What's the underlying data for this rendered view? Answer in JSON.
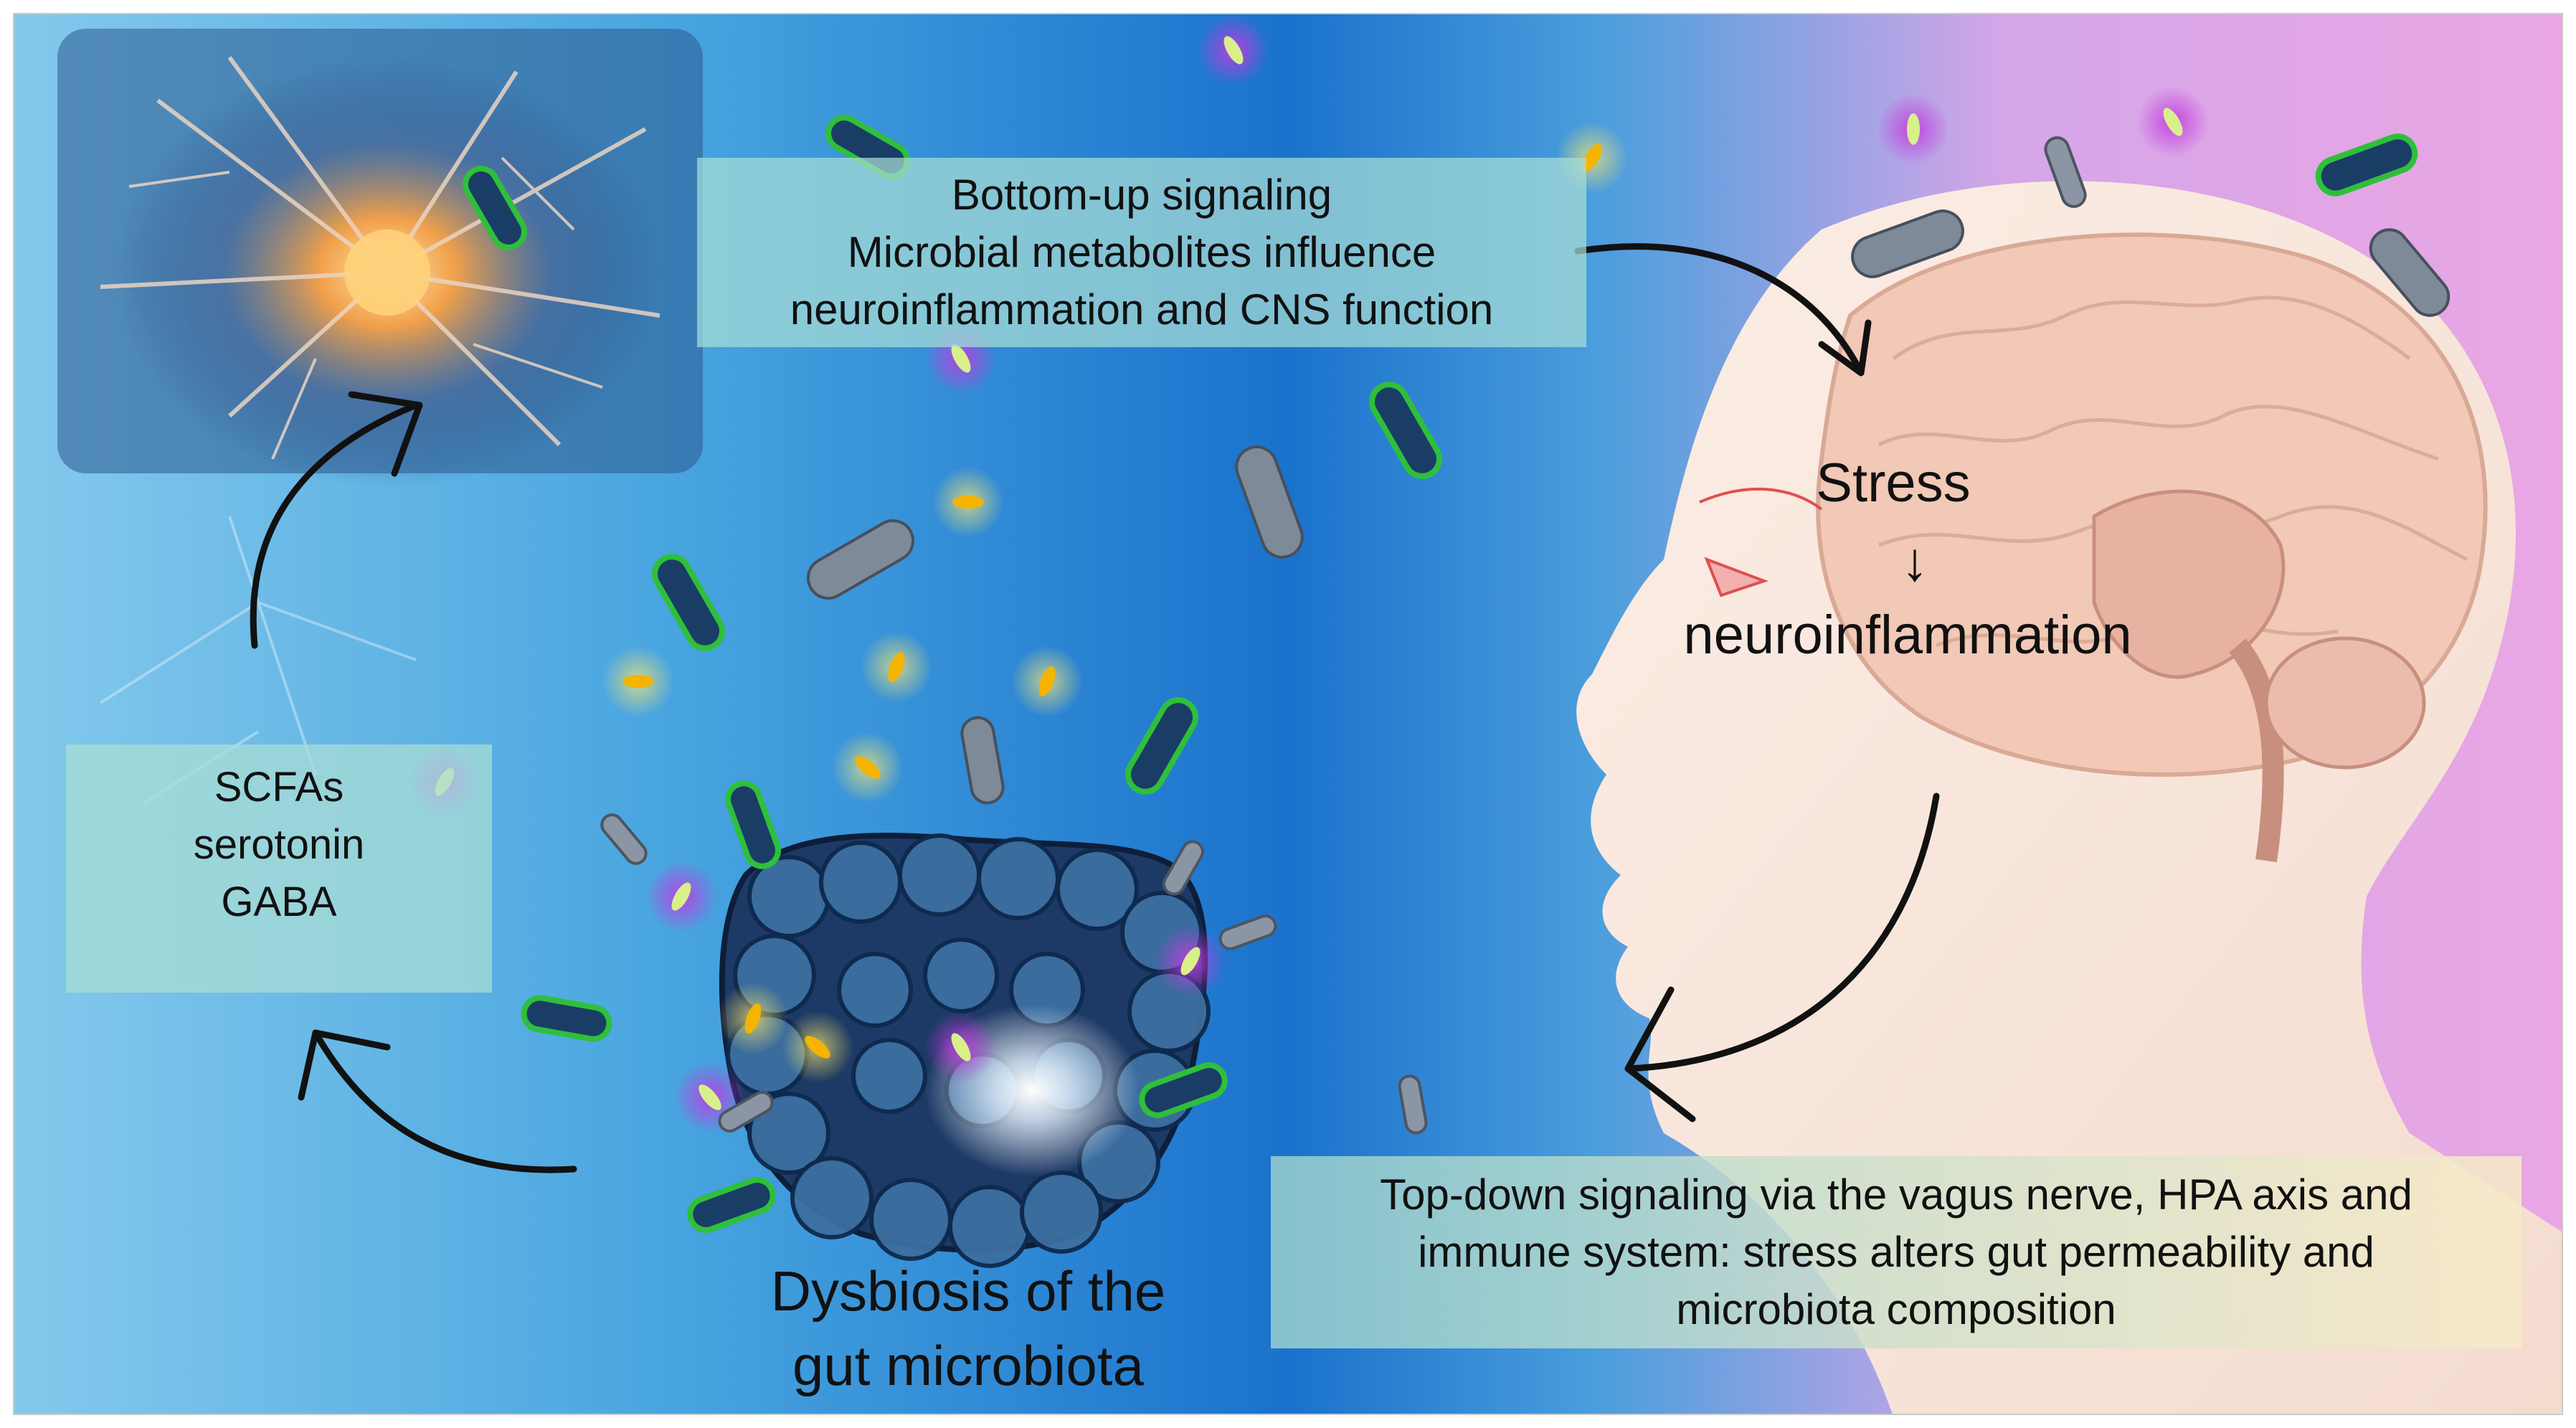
{
  "diagram": {
    "bottom_up": {
      "line1": "Bottom-up signaling",
      "line2": "Microbial metabolites influence",
      "line3": "neuroinflammation and CNS function"
    },
    "mediators": {
      "item1": "SCFAs",
      "item2": "serotonin",
      "item3": "GABA"
    },
    "top_down": {
      "line1": "Top-down signaling via the vagus nerve, HPA axis and",
      "line2": "immune system: stress alters gut permeability and",
      "line3": "microbiota composition"
    },
    "brain": {
      "stress": "Stress",
      "arrow": "↓",
      "neuroinflammation": "neuroinflammation"
    },
    "gut": {
      "line1": "Dysbiosis of the",
      "line2": "gut microbiota"
    }
  },
  "colors": {
    "background_blue": "#1f7fd0",
    "background_light_blue": "#8fd0ef",
    "background_pink": "#e7a8e6",
    "head_skin": "#f8e4da",
    "box_teal": "#a8ded6",
    "arrow": "#111111"
  }
}
